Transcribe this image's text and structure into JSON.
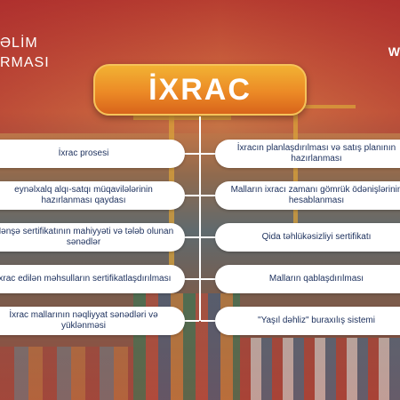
{
  "brand": {
    "left_text": "ƏLİM\nRMASI",
    "right_text": "W"
  },
  "title": "İXRAC",
  "left_items": [
    "İxrac prosesi",
    "eynəlxalq alqı-satqı müqavilələrinin hazırlanması qaydası",
    "Mənşə sertifikatının mahiyyəti və tələb olunan sənədlər",
    "İxrac edilən məhsulların sertifikatlaşdırılması",
    "İxrac mallarının nəqliyyat sənədləri və yüklənməsi"
  ],
  "right_items": [
    "İxracın planlaşdırılması və satış planının hazırlanması",
    "Malların ixracı zamanı gömrük ödənişlərinin hesablanması",
    "Qida təhlükəsizliyi sertifikatı",
    "Malların qablaşdırılması",
    "\"Yaşıl dəhliz\" buraxılış sistemi"
  ],
  "colors": {
    "accent_orange": "#ec8a26",
    "card_text": "#1b2f5c",
    "card_bg": "#ffffff"
  }
}
